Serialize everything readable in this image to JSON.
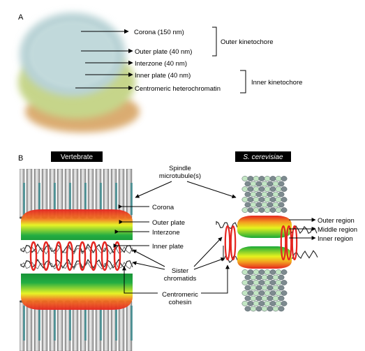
{
  "panel_a": {
    "letter": "A",
    "labels": {
      "corona": "Corona (150 nm)",
      "outer_plate": "Outer plate (40 nm)",
      "interzone": "Interzone (40 nm)",
      "inner_plate": "Inner plate (40 nm)",
      "heterochromatin": "Centromeric heterochromatin"
    },
    "outer_kinetochore": "Outer kinetochore",
    "inner_kinetochore": "Inner kinetochore"
  },
  "panel_b": {
    "letter": "B",
    "vertebrate": {
      "title": "Vertebrate",
      "labels": {
        "corona": "Corona",
        "outer_plate": "Outer plate",
        "interzone": "Interzone",
        "inner_plate": "Inner plate"
      }
    },
    "yeast": {
      "title": "S. cerevisiae",
      "labels": {
        "outer_region": "Outer region",
        "middle_region": "Middle region",
        "inner_region": "Inner region"
      }
    },
    "shared": {
      "spindle_line1": "Spindle",
      "spindle_line2": "microtubule(s)",
      "sister_line1": "Sister",
      "sister_line2": "chromatids",
      "cohesin_line1": "Centromeric",
      "cohesin_line2": "cohesin"
    }
  },
  "colors": {
    "corona": "#b9d3d6",
    "outer_plate_red": "#e52520",
    "interzone_green": "#19a93a",
    "interzone_yellow": "#e6f21e",
    "heterochromatin": "#d9a86a",
    "microtubule": "#b5b5b5",
    "yeast_mt_green": "#c3e6c4",
    "yeast_mt_grey": "#7d8a8f"
  }
}
